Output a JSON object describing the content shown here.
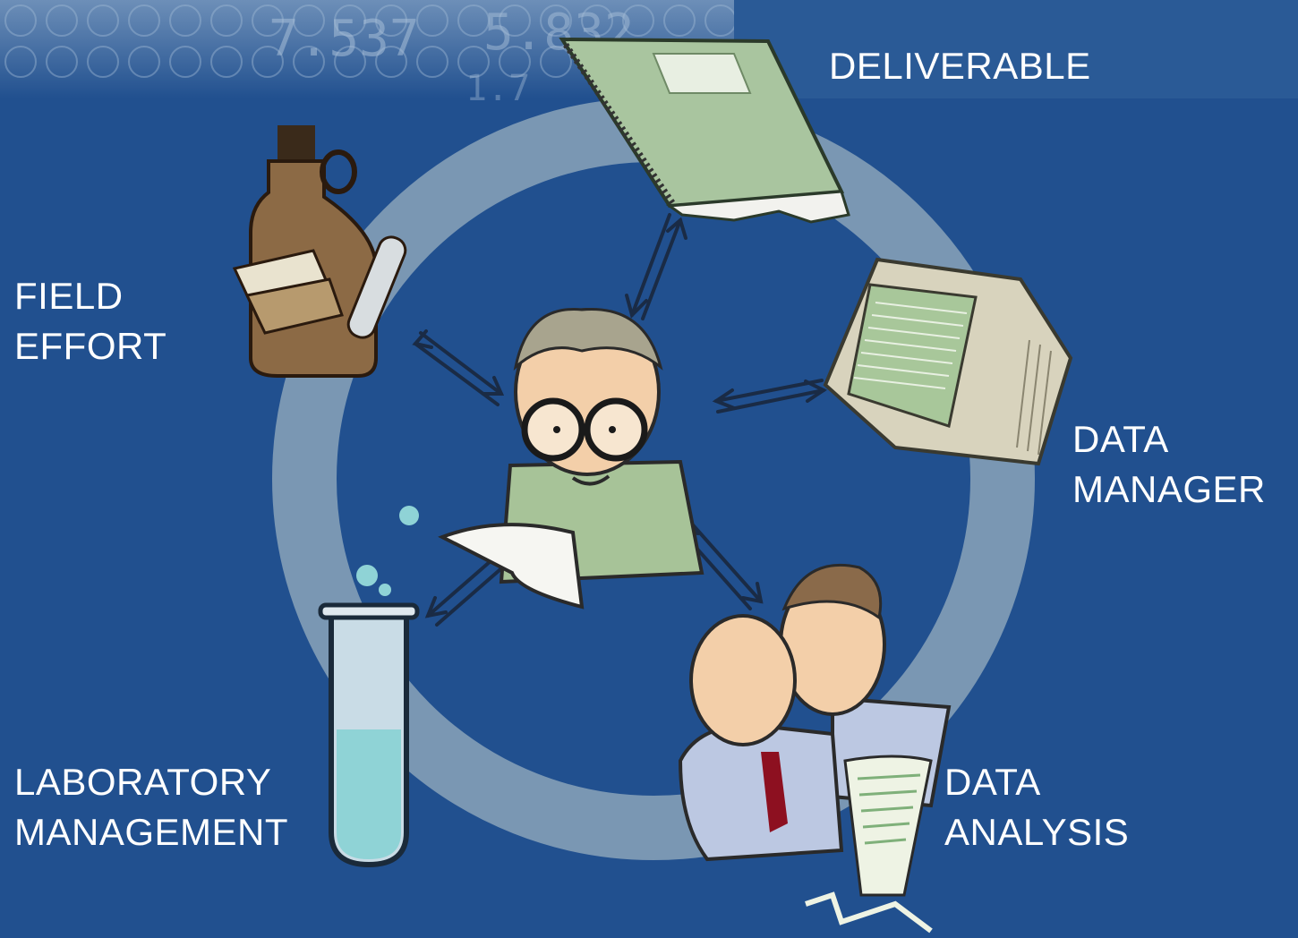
{
  "labels": {
    "deliverable": [
      "DELIVERABLE"
    ],
    "field_effort": [
      "FIELD",
      "EFFORT"
    ],
    "data_manager": [
      "DATA",
      "MANAGER"
    ],
    "laboratory_management": [
      "LABORATORY",
      "MANAGEMENT"
    ],
    "data_analysis": [
      "DATA",
      "ANALYSIS"
    ]
  },
  "banner_numbers": [
    "7.537",
    "5.832",
    "1.7"
  ],
  "icons": [
    "notebook-icon",
    "sample-jars-icon",
    "computer-monitor-icon",
    "test-tube-icon",
    "analysts-icon",
    "scientist-icon"
  ],
  "colors": {
    "background": "#21508f",
    "ring": "#7f9bb5",
    "label_text": "#ffffff",
    "notebook_green": "#a9c59f",
    "screen_green": "#a8c79a",
    "bottle_brown": "#8c6a45",
    "liquid_cyan": "#8fd3d6"
  }
}
